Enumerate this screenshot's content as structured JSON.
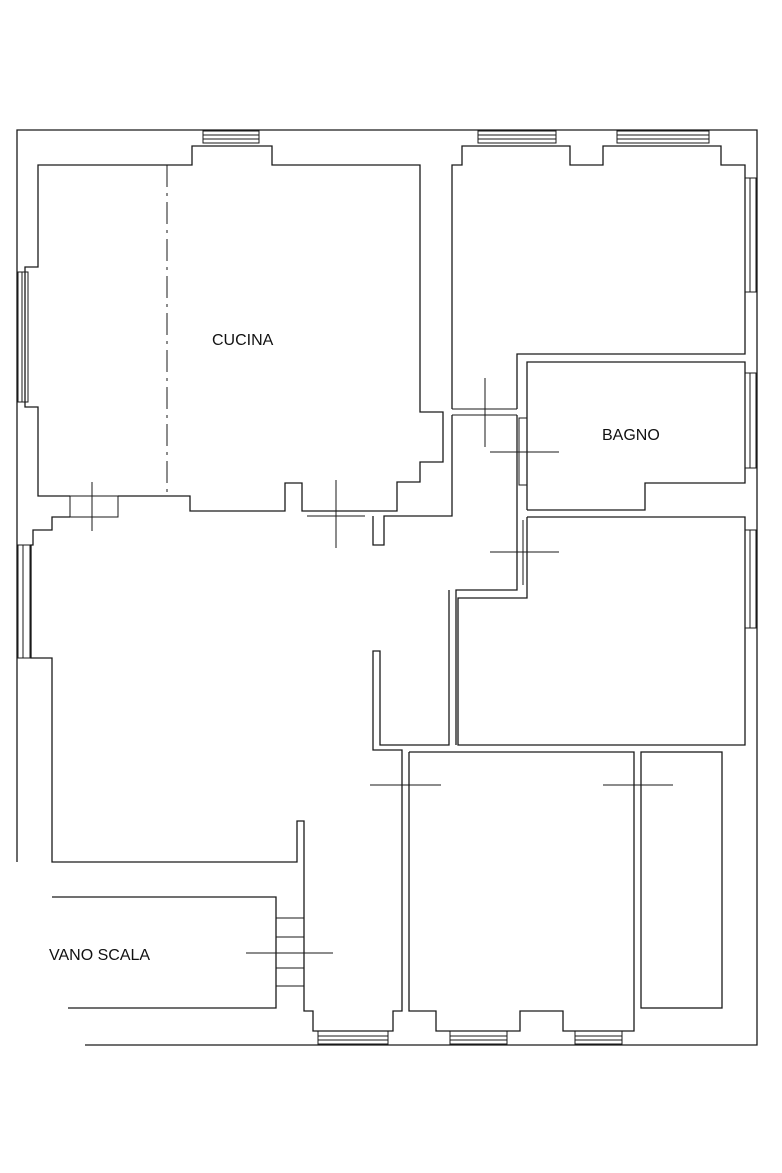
{
  "rooms": {
    "kitchen": "CUCINA",
    "bathroom": "BAGNO",
    "stairwell": "VANO SCALA"
  },
  "colors": {
    "background": "#ffffff",
    "ink": "#1a1a1a"
  }
}
